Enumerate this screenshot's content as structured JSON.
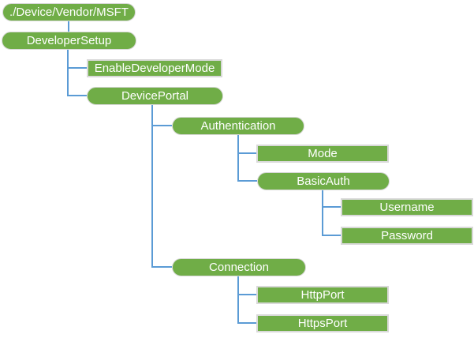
{
  "diagram": {
    "type": "tree",
    "colors": {
      "node_fill": "#70AD47",
      "node_text": "#FFFFFF",
      "rect_border": "#D9D9D9",
      "pill_border": "#D8D8D8",
      "connector": "#5B9BD5",
      "background": "#FFFFFF"
    },
    "nodes": [
      {
        "id": "root",
        "label": "./Device/Vendor/MSFT",
        "shape": "pill",
        "parent": null
      },
      {
        "id": "developersetup",
        "label": "DeveloperSetup",
        "shape": "pill",
        "parent": "root"
      },
      {
        "id": "enabledevelopermode",
        "label": "EnableDeveloperMode",
        "shape": "rect",
        "parent": "developersetup"
      },
      {
        "id": "deviceportal",
        "label": "DevicePortal",
        "shape": "pill",
        "parent": "developersetup"
      },
      {
        "id": "authentication",
        "label": "Authentication",
        "shape": "pill",
        "parent": "deviceportal"
      },
      {
        "id": "mode",
        "label": "Mode",
        "shape": "rect",
        "parent": "authentication"
      },
      {
        "id": "basicauth",
        "label": "BasicAuth",
        "shape": "pill",
        "parent": "authentication"
      },
      {
        "id": "username",
        "label": "Username",
        "shape": "rect",
        "parent": "basicauth"
      },
      {
        "id": "password",
        "label": "Password",
        "shape": "rect",
        "parent": "basicauth"
      },
      {
        "id": "connection",
        "label": "Connection",
        "shape": "pill",
        "parent": "deviceportal"
      },
      {
        "id": "httpport",
        "label": "HttpPort",
        "shape": "rect",
        "parent": "connection"
      },
      {
        "id": "httpsport",
        "label": "HttpsPort",
        "shape": "rect",
        "parent": "connection"
      }
    ]
  }
}
